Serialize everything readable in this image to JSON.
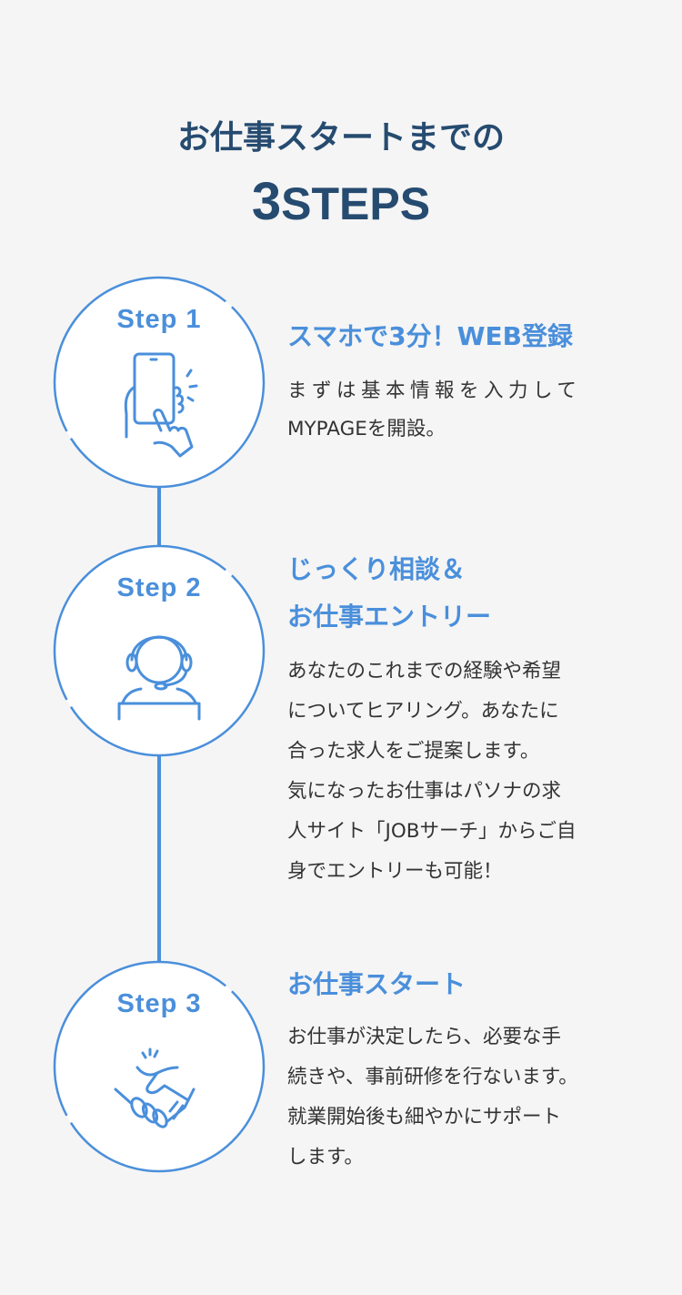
{
  "title": {
    "line1": "お仕事スタートまでの",
    "number": "3",
    "steps": "STEPS"
  },
  "colors": {
    "accent": "#4a8fdb",
    "title": "#264b70",
    "background": "#f5f5f5",
    "text": "#333333"
  },
  "steps": [
    {
      "label": "Step 1",
      "icon": "smartphone-tap-icon",
      "heading": [
        "スマホで3分！WEB登録"
      ],
      "body": [
        "まずは基本情報を入力して",
        "MYPAGEを開設。"
      ]
    },
    {
      "label": "Step 2",
      "icon": "headset-operator-icon",
      "heading": [
        "じっくり相談＆",
        "お仕事エントリー"
      ],
      "body": [
        "あなたのこれまでの経験や希望",
        "についてヒアリング。あなたに",
        "合った求人をご提案します。",
        "気になったお仕事はパソナの求",
        "人サイト「JOBサーチ」からご自",
        "身でエントリーも可能！"
      ]
    },
    {
      "label": "Step 3",
      "icon": "handshake-icon",
      "heading": [
        "お仕事スタート"
      ],
      "body": [
        "お仕事が決定したら、必要な手",
        "続きや、事前研修を行ないます。",
        "就業開始後も細やかにサポート",
        "します。"
      ]
    }
  ]
}
